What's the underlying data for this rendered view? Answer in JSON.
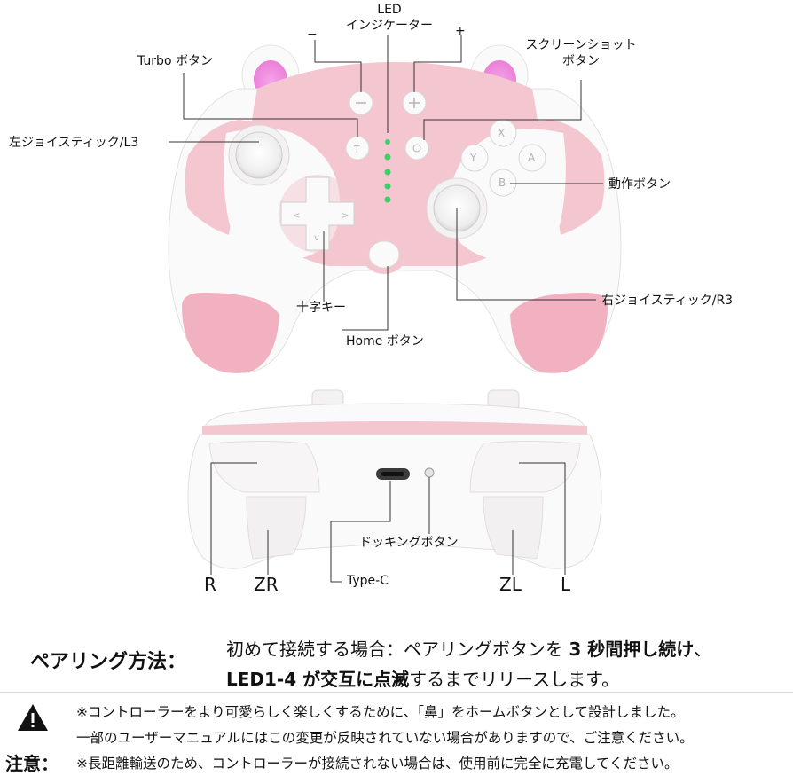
{
  "labels": {
    "led": "LED\nインジケーター",
    "minus": "−",
    "plus": "+",
    "turbo": "Turbo ボタン",
    "screenshot": "スクリーンショット\nボタン",
    "left_stick": "左ジョイスティック/L3",
    "action": "動作ボタン",
    "dpad": "十字キー",
    "right_stick": "右ジョイスティック/R3",
    "home": "Home ボタン",
    "docking": "ドッキングボタン",
    "r": "R",
    "zr": "ZR",
    "typec": "Type-C",
    "zl": "ZL",
    "l": "L"
  },
  "face_buttons": [
    "X",
    "Y",
    "A",
    "B"
  ],
  "pairing": {
    "title": "ペアリング方法：",
    "line1_a": "初めて接続する場合：ペアリングボタンを ",
    "line1_b": "3 秒間押し続け",
    "line1_c": "、",
    "line2_a": "LED1-4 が交互に点滅",
    "line2_b": "するまでリリースします。"
  },
  "notes": {
    "title": "注意：",
    "line1": "※コントローラーをより可愛らしく楽しくするために、「鼻」をホームボタンとして設計しました。",
    "line2": "一部のユーザーマニュアルにはこの変更が反映されていない場合がありますので、ご注意ください。",
    "line3": "※長距離輸送のため、コントローラーが接続されない場合は、使用前に完全に充電してください。"
  },
  "colors": {
    "pink": "#f4c6d0",
    "pink_dark": "#eeaab9",
    "white_body": "#fbfafa",
    "led_green": "#37d36a",
    "ear_glow": "#f08ee0"
  }
}
